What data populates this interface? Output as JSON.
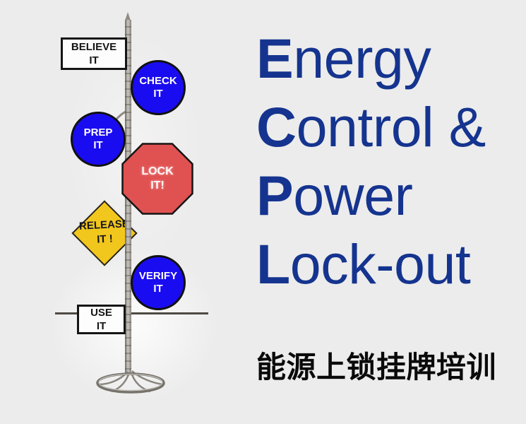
{
  "slide": {
    "background": "#ececec"
  },
  "colors": {
    "background": "#ececec",
    "circle_blue": "#1a0cf0",
    "octagon_red": "#e05252",
    "diamond_yellow": "#f2c71d",
    "sign_white": "#fdfdfd",
    "pole_gray": "#8f8b84",
    "title_navy": "#15348f",
    "subtitle_black": "#0a0a0a"
  },
  "signpost": {
    "signs": [
      {
        "id": "believe",
        "shape": "rectangle",
        "line1": "BELIEVE",
        "line2": "IT"
      },
      {
        "id": "check",
        "shape": "circle",
        "line1": "CHECK",
        "line2": "IT"
      },
      {
        "id": "prep",
        "shape": "circle",
        "line1": "PREP",
        "line2": "IT"
      },
      {
        "id": "lock",
        "shape": "octagon",
        "line1": "LOCK",
        "line2": "IT!"
      },
      {
        "id": "release",
        "shape": "diamond",
        "line1": "RELEASE",
        "line2": "IT !"
      },
      {
        "id": "verify",
        "shape": "circle",
        "line1": "VERIFY",
        "line2": "IT"
      },
      {
        "id": "use",
        "shape": "rectangle",
        "line1": "USE",
        "line2": "IT"
      }
    ]
  },
  "title": {
    "lines": [
      {
        "initial": "E",
        "rest": "nergy"
      },
      {
        "initial": "C",
        "rest": "ontrol &"
      },
      {
        "initial": "P",
        "rest": "ower"
      },
      {
        "initial": "L",
        "rest": "ock-out"
      }
    ]
  },
  "subtitle": {
    "text": "能源上锁挂牌培训"
  }
}
